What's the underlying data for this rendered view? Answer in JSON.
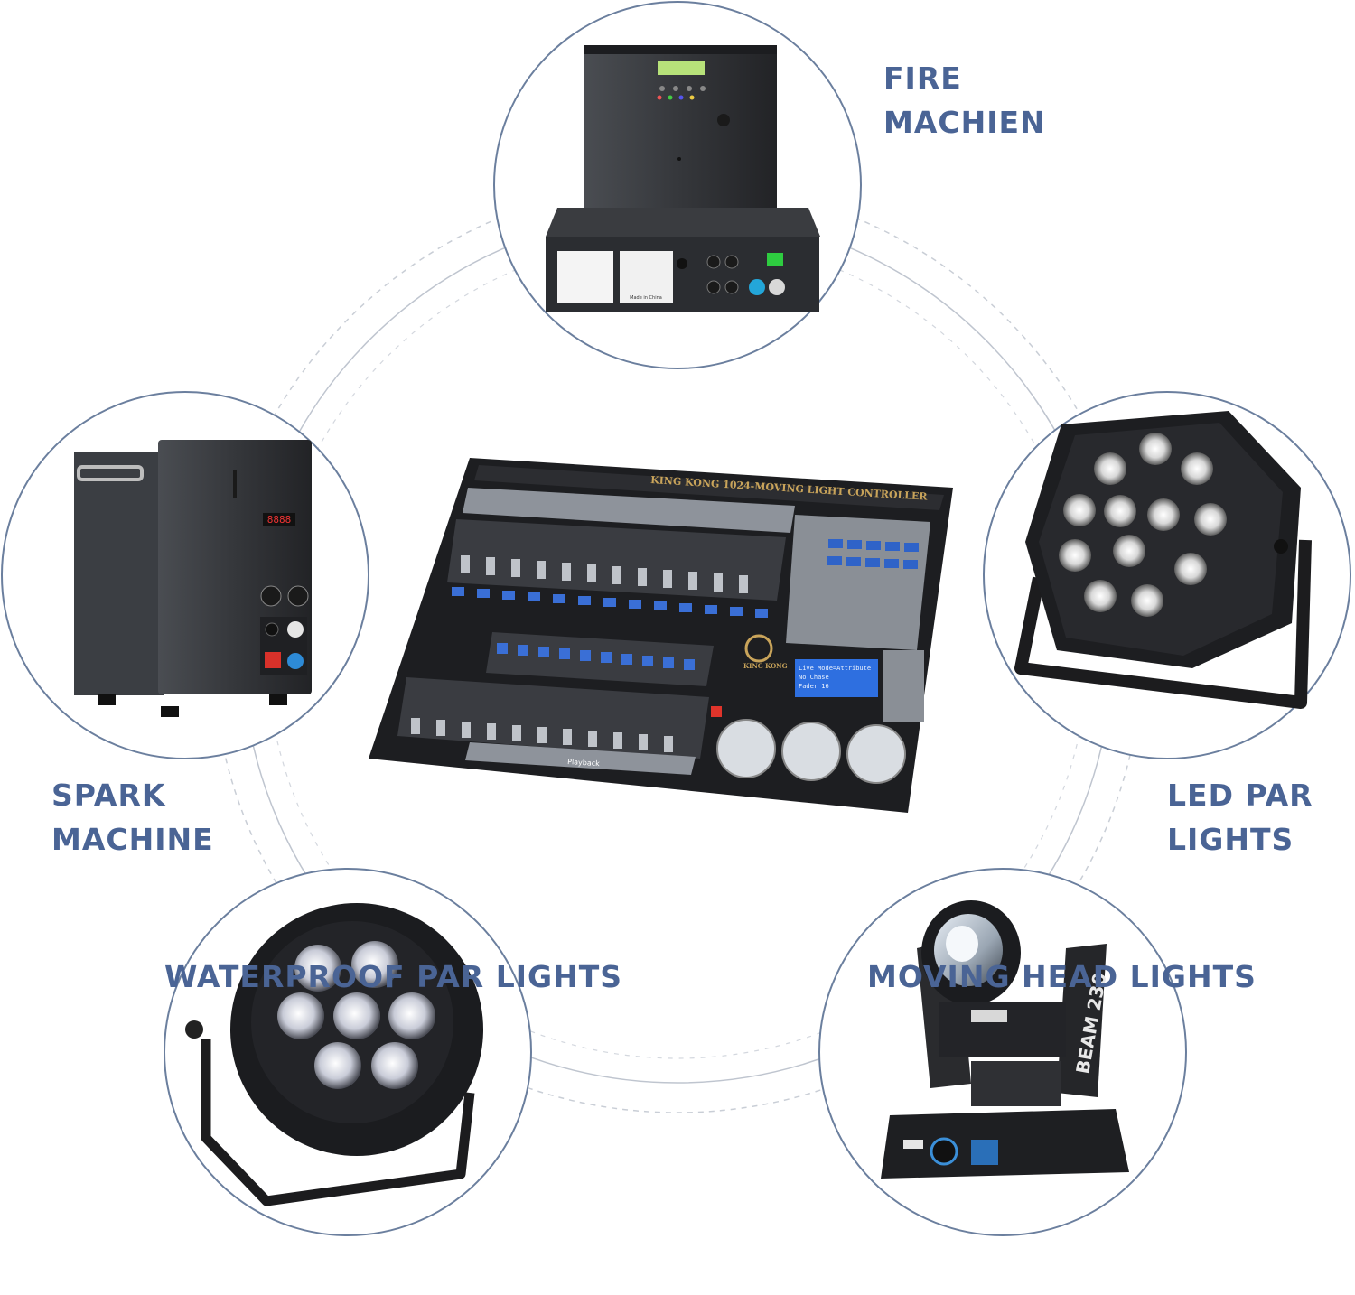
{
  "labels": {
    "fire": {
      "line1": "FIRE",
      "line2": "MACHIEN"
    },
    "spark": {
      "line1": "SPARK",
      "line2": "MACHINE"
    },
    "ledpar": {
      "line1": "LED PAR",
      "line2": "LIGHTS"
    },
    "waterproof": "WATERPROOF PAR LIGHTS",
    "moving": "MOVING HEAD LIGHTS"
  },
  "console": {
    "title": "KING KONG 1024-MOVING LIGHT CONTROLLER",
    "logo": "KING KONG",
    "lcd_lines": [
      "Live Mode=Attribute",
      "No Chase",
      "Fader 16"
    ],
    "playback_label": "Playback"
  },
  "moving_head": {
    "side_text": "BEAM 230"
  },
  "fire_machine": {
    "made_in": "Made in China"
  },
  "colors": {
    "label": "#4a6495",
    "circle_stroke": "#6b7f9e",
    "dashed": "#c9ced6",
    "device_dark": "#2b2d31"
  }
}
